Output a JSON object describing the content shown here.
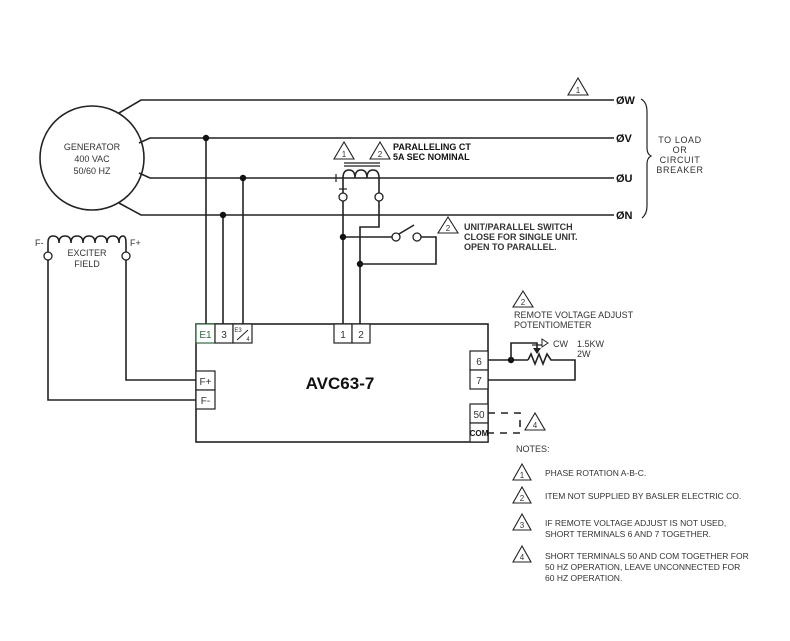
{
  "diagram": {
    "title": "AVC63-7",
    "generator": {
      "lines": [
        "GENERATOR",
        "400 VAC",
        "50/60 HZ"
      ]
    },
    "phases": [
      {
        "id": "w",
        "label": "ØW"
      },
      {
        "id": "v",
        "label": "ØV"
      },
      {
        "id": "u",
        "label": "ØU"
      },
      {
        "id": "n",
        "label": "ØN"
      }
    ],
    "load": {
      "lines": [
        "TO LOAD",
        "OR",
        "CIRCUIT",
        "BREAKER"
      ]
    },
    "exciter": {
      "lines": [
        "EXCITER",
        "FIELD"
      ],
      "f_minus": "F-",
      "f_plus": "F+"
    },
    "ct": {
      "lines": [
        "PARALLELING CT",
        "5A SEC NOMINAL"
      ],
      "note_refs": [
        "1",
        "2"
      ]
    },
    "switch": {
      "lines": [
        "UNIT/PARALLEL SWITCH",
        "CLOSE FOR SINGLE UNIT.",
        "OPEN TO PARALLEL."
      ],
      "note_ref": "2"
    },
    "potentiometer": {
      "lines": [
        "REMOTE VOLTAGE ADJUST",
        "POTENTIOMETER"
      ],
      "cw": "CW",
      "rating": [
        "1.5KW",
        "2W"
      ],
      "note_ref": "2"
    },
    "phase_note_ref": "1",
    "freq_note_ref": "4",
    "terminals": {
      "top": [
        "E1",
        "3",
        "E3/4",
        "1",
        "2"
      ],
      "e34_top": "E3",
      "e34_bottom": "4",
      "left": [
        "F+",
        "F-"
      ],
      "right": [
        "6",
        "7",
        "50",
        "COM"
      ]
    },
    "notes": {
      "heading": "NOTES:",
      "items": [
        {
          "num": "1",
          "lines": [
            "PHASE ROTATION A-B-C."
          ]
        },
        {
          "num": "2",
          "lines": [
            "ITEM NOT SUPPLIED BY BASLER ELECTRIC CO."
          ]
        },
        {
          "num": "3",
          "lines": [
            "IF REMOTE VOLTAGE ADJUST IS NOT USED,",
            "SHORT TERMINALS 6 AND 7 TOGETHER."
          ]
        },
        {
          "num": "4",
          "lines": [
            "SHORT TERMINALS 50 AND COM TOGETHER FOR",
            "50 HZ OPERATION, LEAVE UNCONNECTED FOR",
            "60 HZ OPERATION."
          ]
        }
      ]
    },
    "colors": {
      "e1_terminal": "#2e6b3f"
    }
  }
}
